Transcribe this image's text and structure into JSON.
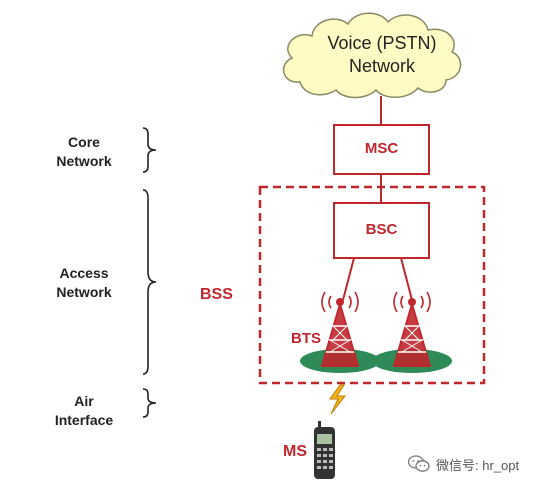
{
  "cloud": {
    "line1": "Voice (PSTN)",
    "line2": "Network"
  },
  "layers": {
    "core": {
      "line1": "Core",
      "line2": "Network"
    },
    "access": {
      "line1": "Access",
      "line2": "Network"
    },
    "air": {
      "line1": "Air",
      "line2": "Interface"
    }
  },
  "nodes": {
    "msc": "MSC",
    "bsc": "BSC",
    "bts": "BTS",
    "bss": "BSS",
    "ms": "MS"
  },
  "watermark": {
    "text": "微信号: hr_opt",
    "icon": "wechat-icon"
  },
  "colors": {
    "accent": "#c0272d",
    "cloud_fill": "#fffbc4",
    "cloud_stroke": "#8a8a66",
    "ground": "#2e8b57"
  }
}
